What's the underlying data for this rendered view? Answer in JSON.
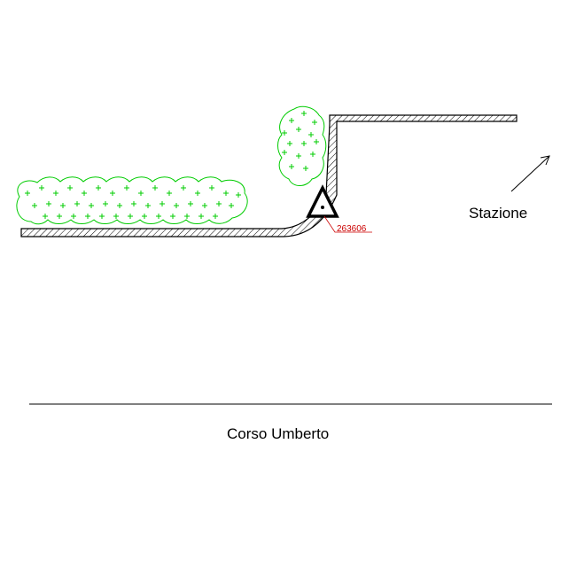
{
  "labels": {
    "station": "Stazione",
    "street": "Corso Umberto",
    "marker_code": "263606"
  },
  "colors": {
    "background": "#ffffff",
    "line": "#000000",
    "hedge": "#00cc00",
    "marker_label": "#cc0000"
  },
  "icons": {
    "marker": "triangle-survey-marker-icon",
    "direction": "north-east-arrow-icon"
  }
}
